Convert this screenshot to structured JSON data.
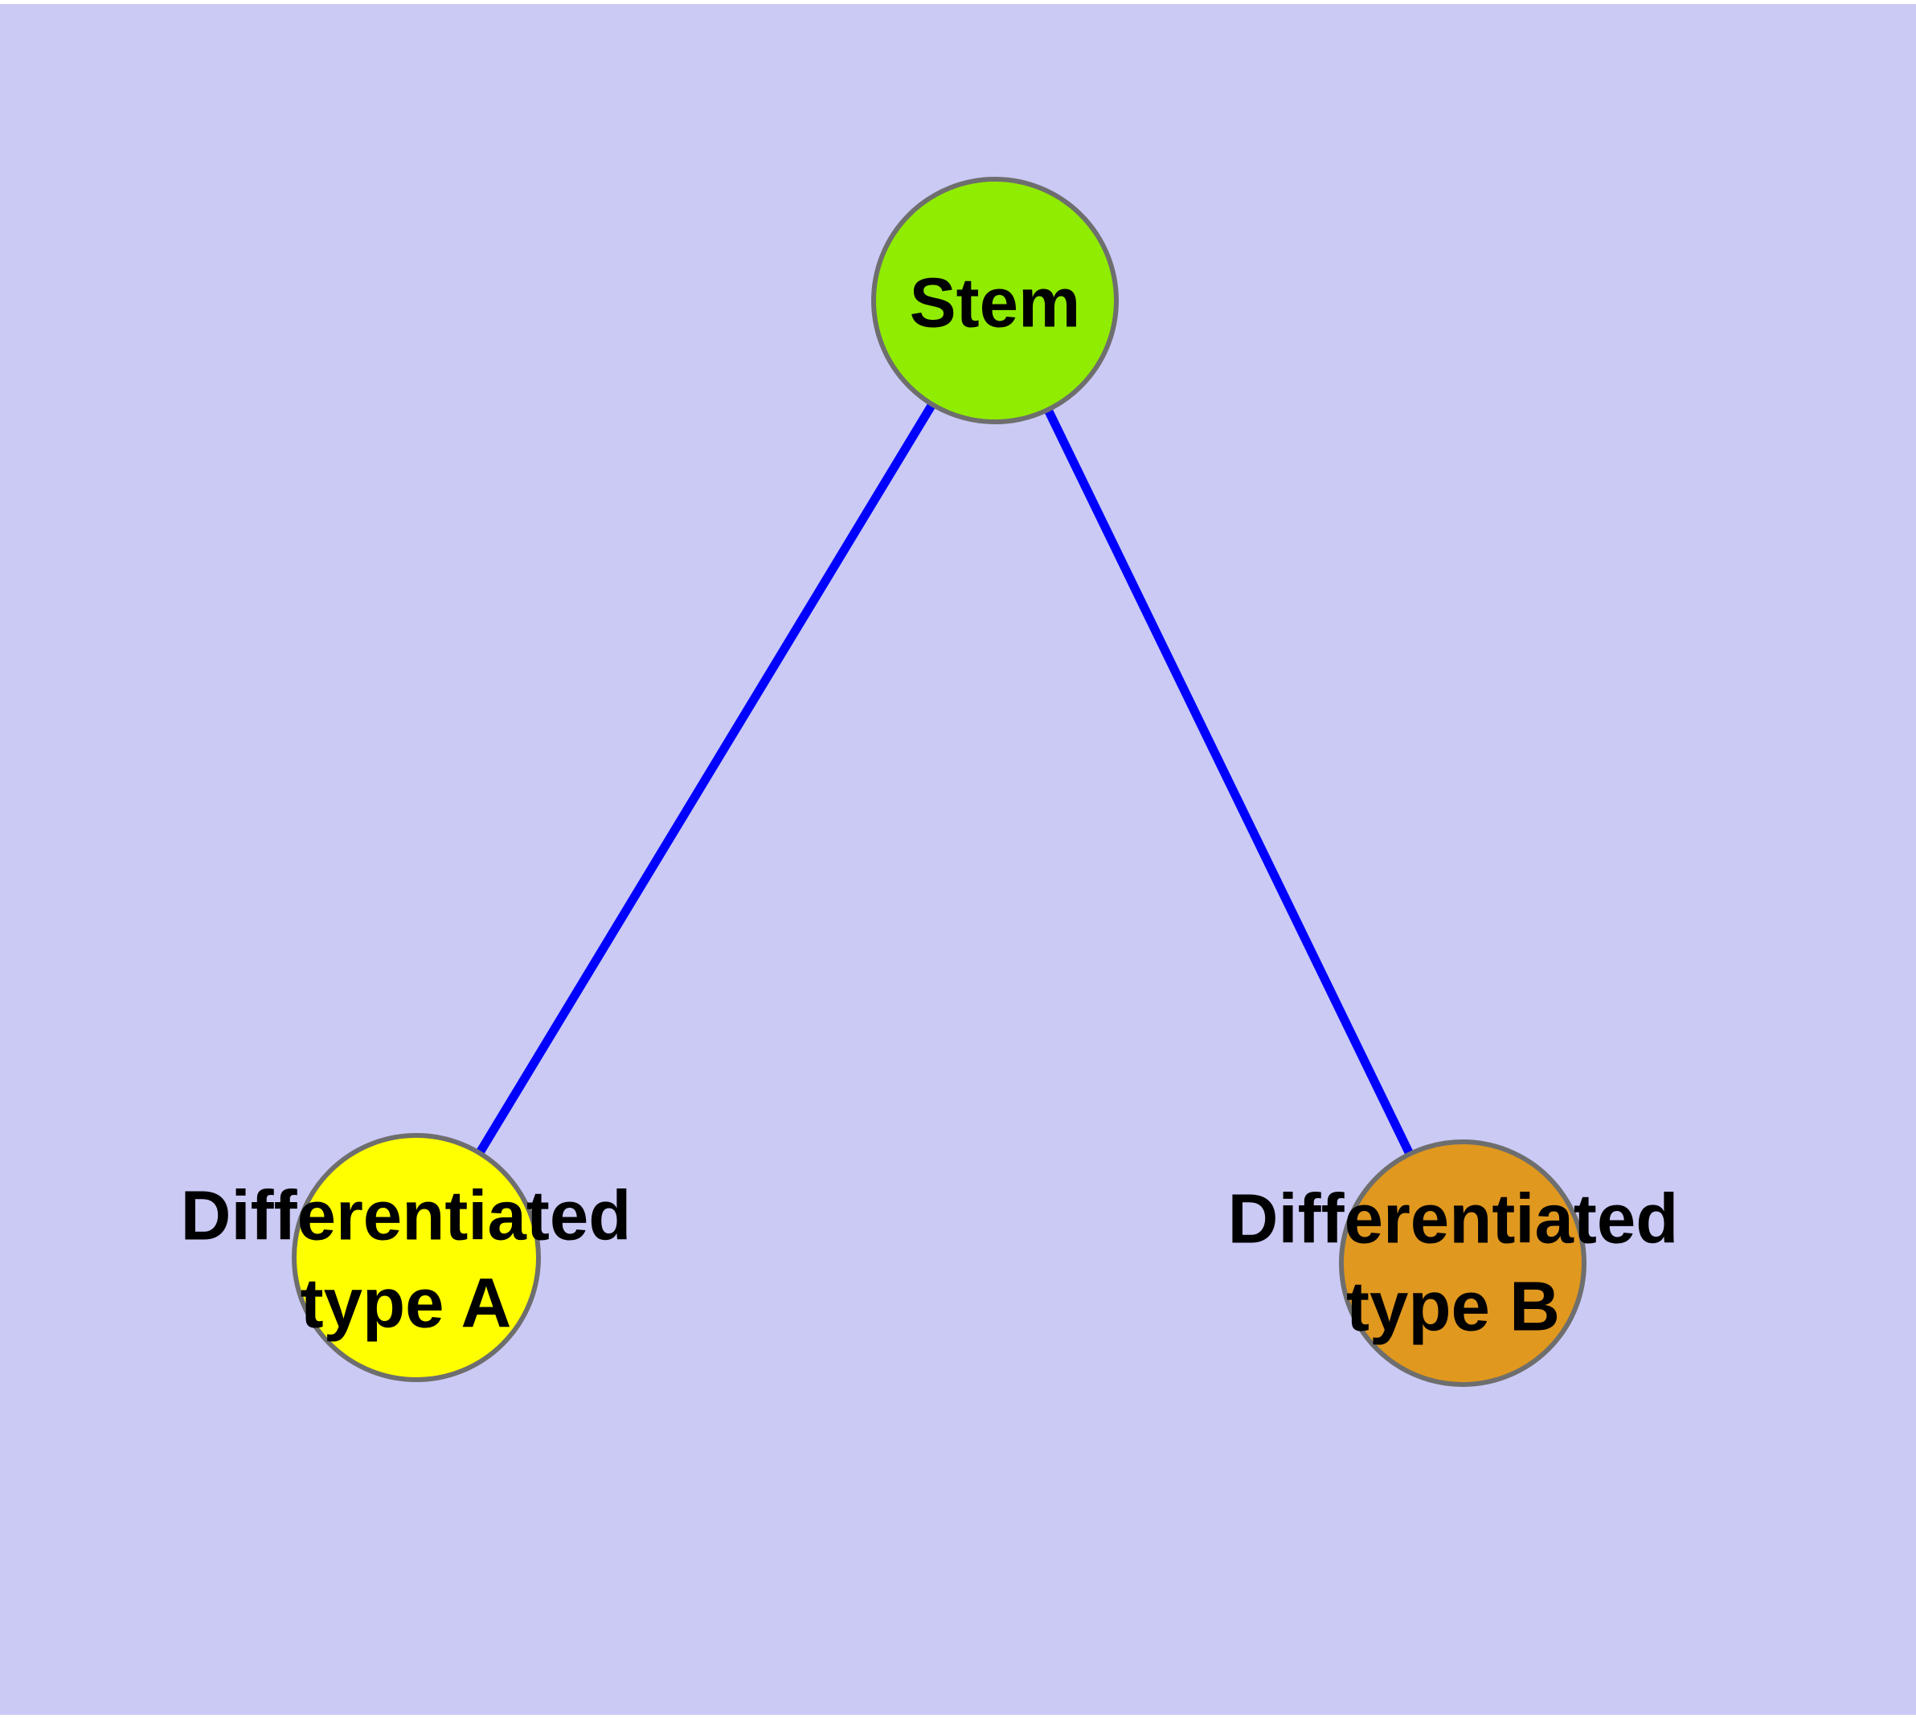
{
  "diagram": {
    "type": "graph",
    "title": "",
    "background_color": "#CACAF5",
    "edge_color": "#0000FF",
    "node_border_color": "#6E6E6E",
    "text_color": "#000000",
    "nodes": [
      {
        "id": "stem",
        "label": "Stem",
        "color": "#90EC00"
      },
      {
        "id": "typeA",
        "label": "Differentiated type A",
        "label_line1": "Differentiated",
        "label_line2": "type A",
        "color": "#FFFF00"
      },
      {
        "id": "typeB",
        "label": "Differentiated type B",
        "label_line1": "Differentiated",
        "label_line2": "type B",
        "color": "#E0981E"
      }
    ],
    "edges": [
      {
        "from": "stem",
        "to": "typeA"
      },
      {
        "from": "stem",
        "to": "typeB"
      }
    ]
  }
}
